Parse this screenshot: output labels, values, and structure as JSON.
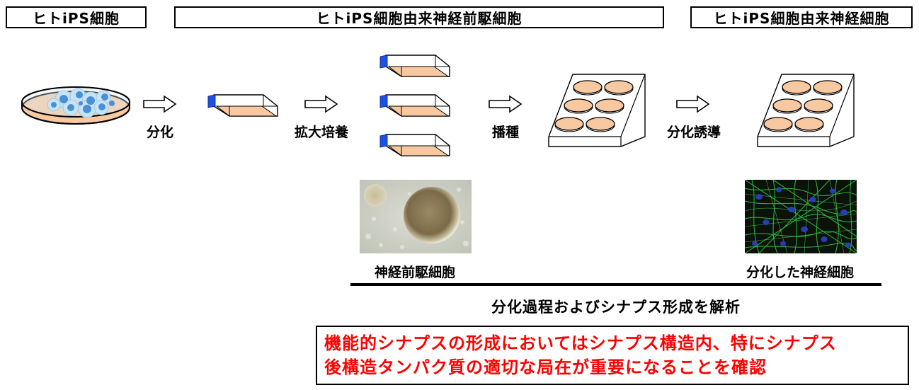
{
  "headers": {
    "hips": "ヒトiPS細胞",
    "npc": "ヒトiPS細胞由来神経前駆細胞",
    "neuron": "ヒトiPS細胞由来神経細胞"
  },
  "steps": {
    "differentiation": "分化",
    "expansion": "拡大培養",
    "seeding": "播種",
    "induction": "分化誘導"
  },
  "captions": {
    "npc_photo": "神経前駆細胞",
    "neuron_photo": "分化した神経細胞"
  },
  "summary": "分化過程およびシナプス形成を解析",
  "conclusion": {
    "line1": "機能的シナプスの形成においてはシナプス構造内、特にシナプス",
    "line2": "後構造タンパク質の適切な局在が重要になることを確認"
  },
  "colors": {
    "medium": "#f8c8a0",
    "cap": "#2050e0",
    "cell": "#4a90d8",
    "conclusion_text": "#ff0000",
    "neuron_stain": "#30c040",
    "nuclei_stain": "#2840c0"
  }
}
